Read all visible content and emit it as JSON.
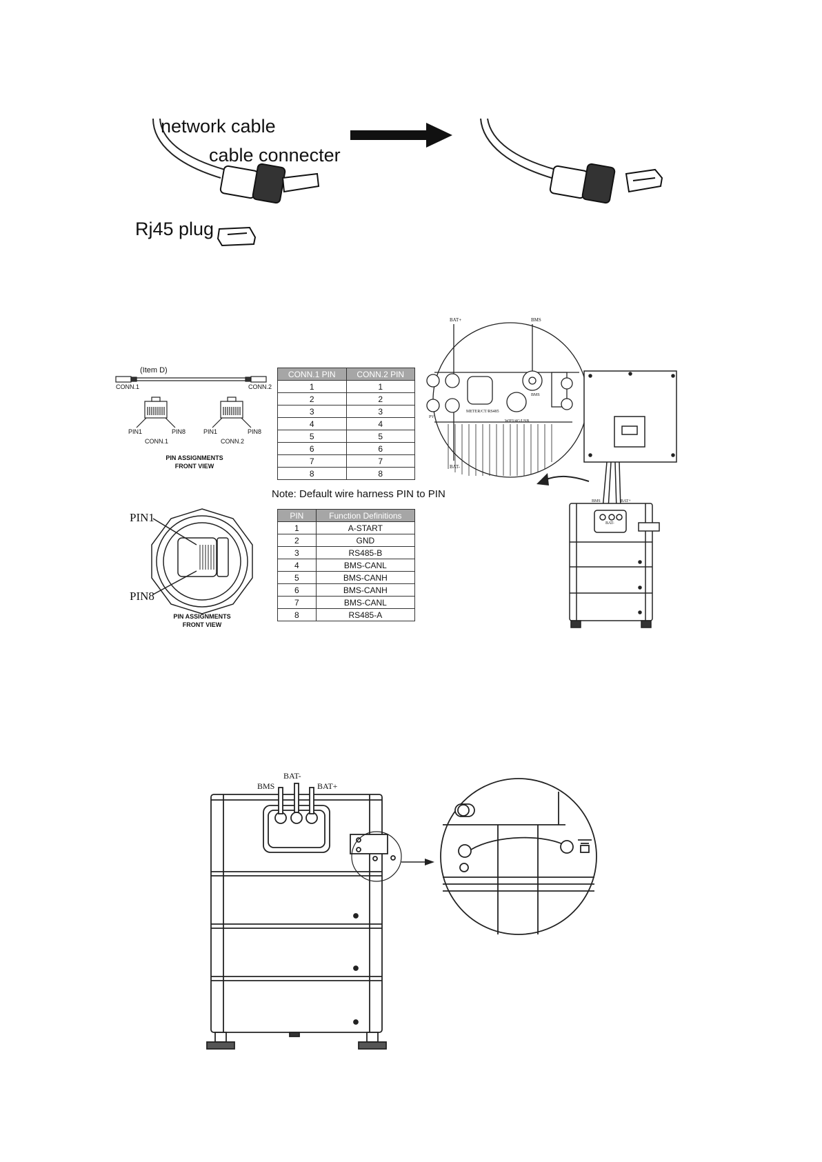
{
  "section1": {
    "network_cable": "network cable",
    "cable_connecter": "cable connecter",
    "rj45_plug": "Rj45 plug"
  },
  "section2": {
    "item_d": "(Item D)",
    "conn1": "CONN.1",
    "conn2": "CONN.2",
    "pin1": "PIN1",
    "pin8": "PIN8",
    "pin_assign_1": "PIN ASSIGNMENTS",
    "pin_assign_2": "FRONT VIEW",
    "big_pin1": "PIN1",
    "big_pin8": "PIN8",
    "conn_table": {
      "headers": [
        "CONN.1 PIN",
        "CONN.2 PIN"
      ],
      "rows": [
        [
          "1",
          "1"
        ],
        [
          "2",
          "2"
        ],
        [
          "3",
          "3"
        ],
        [
          "4",
          "4"
        ],
        [
          "5",
          "5"
        ],
        [
          "6",
          "6"
        ],
        [
          "7",
          "7"
        ],
        [
          "8",
          "8"
        ]
      ]
    },
    "note": "Note: Default wire harness PIN to PIN",
    "func_table": {
      "headers": [
        "PIN",
        "Function Definitions"
      ],
      "rows": [
        [
          "1",
          "A-START"
        ],
        [
          "2",
          "GND"
        ],
        [
          "3",
          "RS485-B"
        ],
        [
          "4",
          "BMS-CANL"
        ],
        [
          "5",
          "BMS-CANH"
        ],
        [
          "6",
          "BMS-CANH"
        ],
        [
          "7",
          "BMS-CANL"
        ],
        [
          "8",
          "RS485-A"
        ]
      ]
    },
    "inverter_labels": {
      "bat_plus": "BAT+",
      "bms": "BMS",
      "bms2": "BMS",
      "meter": "METER/CT/RS485",
      "wifi": "WIFI/4G/USB",
      "bat_minus": "BAT-",
      "pv": "PV"
    },
    "battery_labels": {
      "bms": "BMS",
      "bat_plus": "BAT+",
      "bat_minus": "BAT-"
    }
  },
  "section3": {
    "bms": "BMS",
    "bat_minus": "BAT-",
    "bat_plus": "BAT+"
  }
}
